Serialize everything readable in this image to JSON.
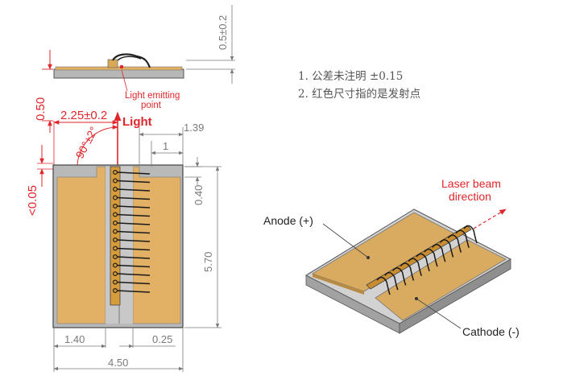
{
  "notes": [
    "1. 公差未注明 ±0.15",
    "2. 红色尺寸指的是发射点"
  ],
  "dimensions": {
    "top_clearance": "0.5±0.2",
    "height_050": "0.50",
    "offset_225": "2.25±0.2",
    "angle_90": "90°±2°",
    "lt005": "<0.05",
    "w139": "1.39",
    "w1": "1",
    "h040": "0.40",
    "h570": "5.70",
    "w140": "1.40",
    "w025": "0.25",
    "w450": "4.50"
  },
  "labels": {
    "light": "Light",
    "emit_line1": "Light emitting",
    "emit_line2": "point",
    "laser_line1": "Laser beam",
    "laser_line2": "direction",
    "anode": "Anode (+)",
    "cathode": "Cathode (-)"
  },
  "colors": {
    "pad": "#e0b064",
    "dimension_red": "#e0262b",
    "dimension_gray": "#7a7a7a"
  }
}
